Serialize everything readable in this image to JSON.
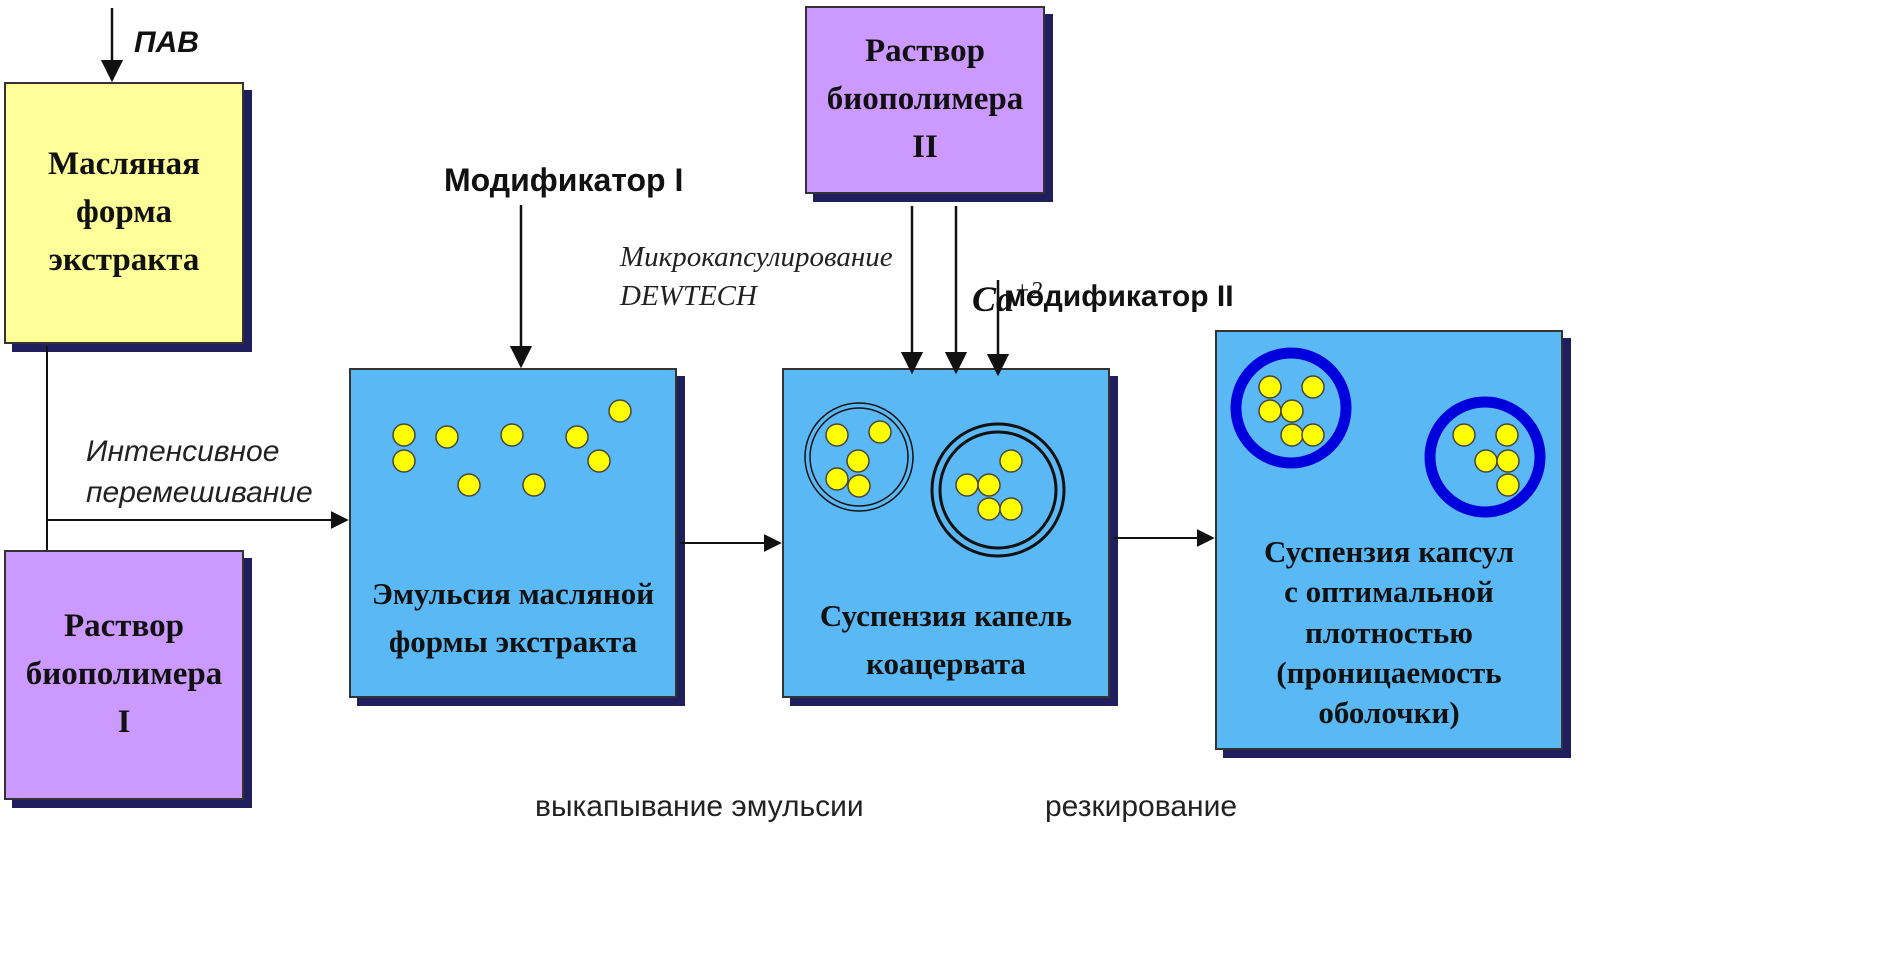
{
  "colors": {
    "yellow_box": "#ffff99",
    "violet_box": "#cc99ff",
    "blue_box": "#5ab9f5",
    "particle": "#ffff00",
    "capsule_shell": "#0000dd",
    "shadow": "#1f1f5e"
  },
  "boxes": {
    "oil_extract": "Масляная\nформа\nэкстракта",
    "biopolymer_1": "Раствор\nбиополимера\nI",
    "biopolymer_2": "Раствор\nбиополимера\nII",
    "emulsion": "Эмульсия масляной\nформы экстракта",
    "coacervate": "Суспензия капель\nкоацервата",
    "capsules": "Суспензия капсул\nс оптимальной\nплотностью\n(проницаемость\nоболочки)"
  },
  "labels": {
    "surfactant": "ПАВ",
    "modifier_1": "Модификатор I",
    "microencapsulation": "Микрокапсулирование\nDEWTECH",
    "calcium": "Ca",
    "calcium_charge": "+2",
    "modifier_2": "модификатор II",
    "intensive_mixing": "Интенсивное\nперемешивание",
    "bottom_left_cut": "выкапывание эмульсии",
    "bottom_right_cut": "резкирование"
  },
  "icons": [
    "arrow-icon",
    "particle-icon",
    "coacervate-droplet-icon",
    "capsule-icon"
  ]
}
